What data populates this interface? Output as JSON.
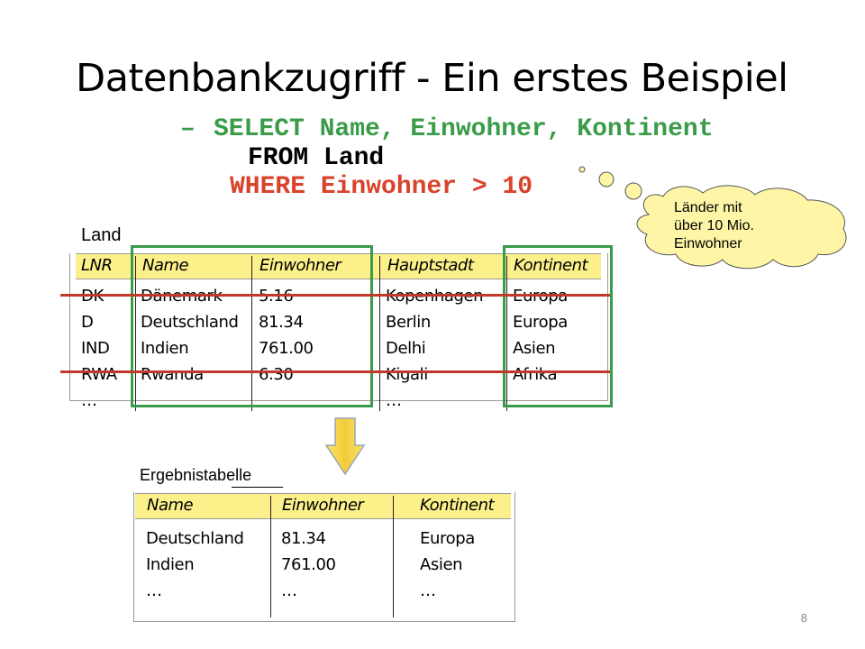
{
  "slide": {
    "title": "Datenbankzugriff - Ein erstes Beispiel",
    "page_number": "8"
  },
  "query": {
    "dash": "–",
    "line1": "SELECT Name, Einwohner, Kontinent",
    "line2": "FROM Land",
    "line3": "WHERE Einwohner > 10"
  },
  "thought_bubble": {
    "lines": [
      "Länder mit",
      "über 10 Mio.",
      "Einwohner"
    ]
  },
  "source_table": {
    "label": "Land",
    "headers": [
      "LNR",
      "Name",
      "Einwohner",
      "Hauptstadt",
      "Kontinent"
    ],
    "rows": [
      [
        "DK",
        "Dänemark",
        "5.16",
        "Kopenhagen",
        "Europa"
      ],
      [
        "D",
        "Deutschland",
        "81.34",
        "Berlin",
        "Europa"
      ],
      [
        "IND",
        "Indien",
        "761.00",
        "Delhi",
        "Asien"
      ],
      [
        "RWA",
        "Rwanda",
        "6.30",
        "Kigali",
        "Afrika"
      ],
      [
        "…",
        "",
        "",
        "…",
        ""
      ]
    ]
  },
  "result_table": {
    "label": "Ergebnistabelle",
    "headers": [
      "Name",
      "Einwohner",
      "Kontinent"
    ],
    "rows": [
      [
        "Deutschland",
        "81.34",
        "Europa"
      ],
      [
        "Indien",
        "761.00",
        "Asien"
      ],
      [
        "…",
        "…",
        "…"
      ]
    ]
  },
  "colors": {
    "select_clause": "#3a9b48",
    "where_clause": "#d9432b",
    "header_fill": "#fbf08a",
    "projection_box": "#3a9b48",
    "strike_line": "#c0392b",
    "arrow_fill": "#f5d84a",
    "bubble_fill": "#fef6a6"
  }
}
